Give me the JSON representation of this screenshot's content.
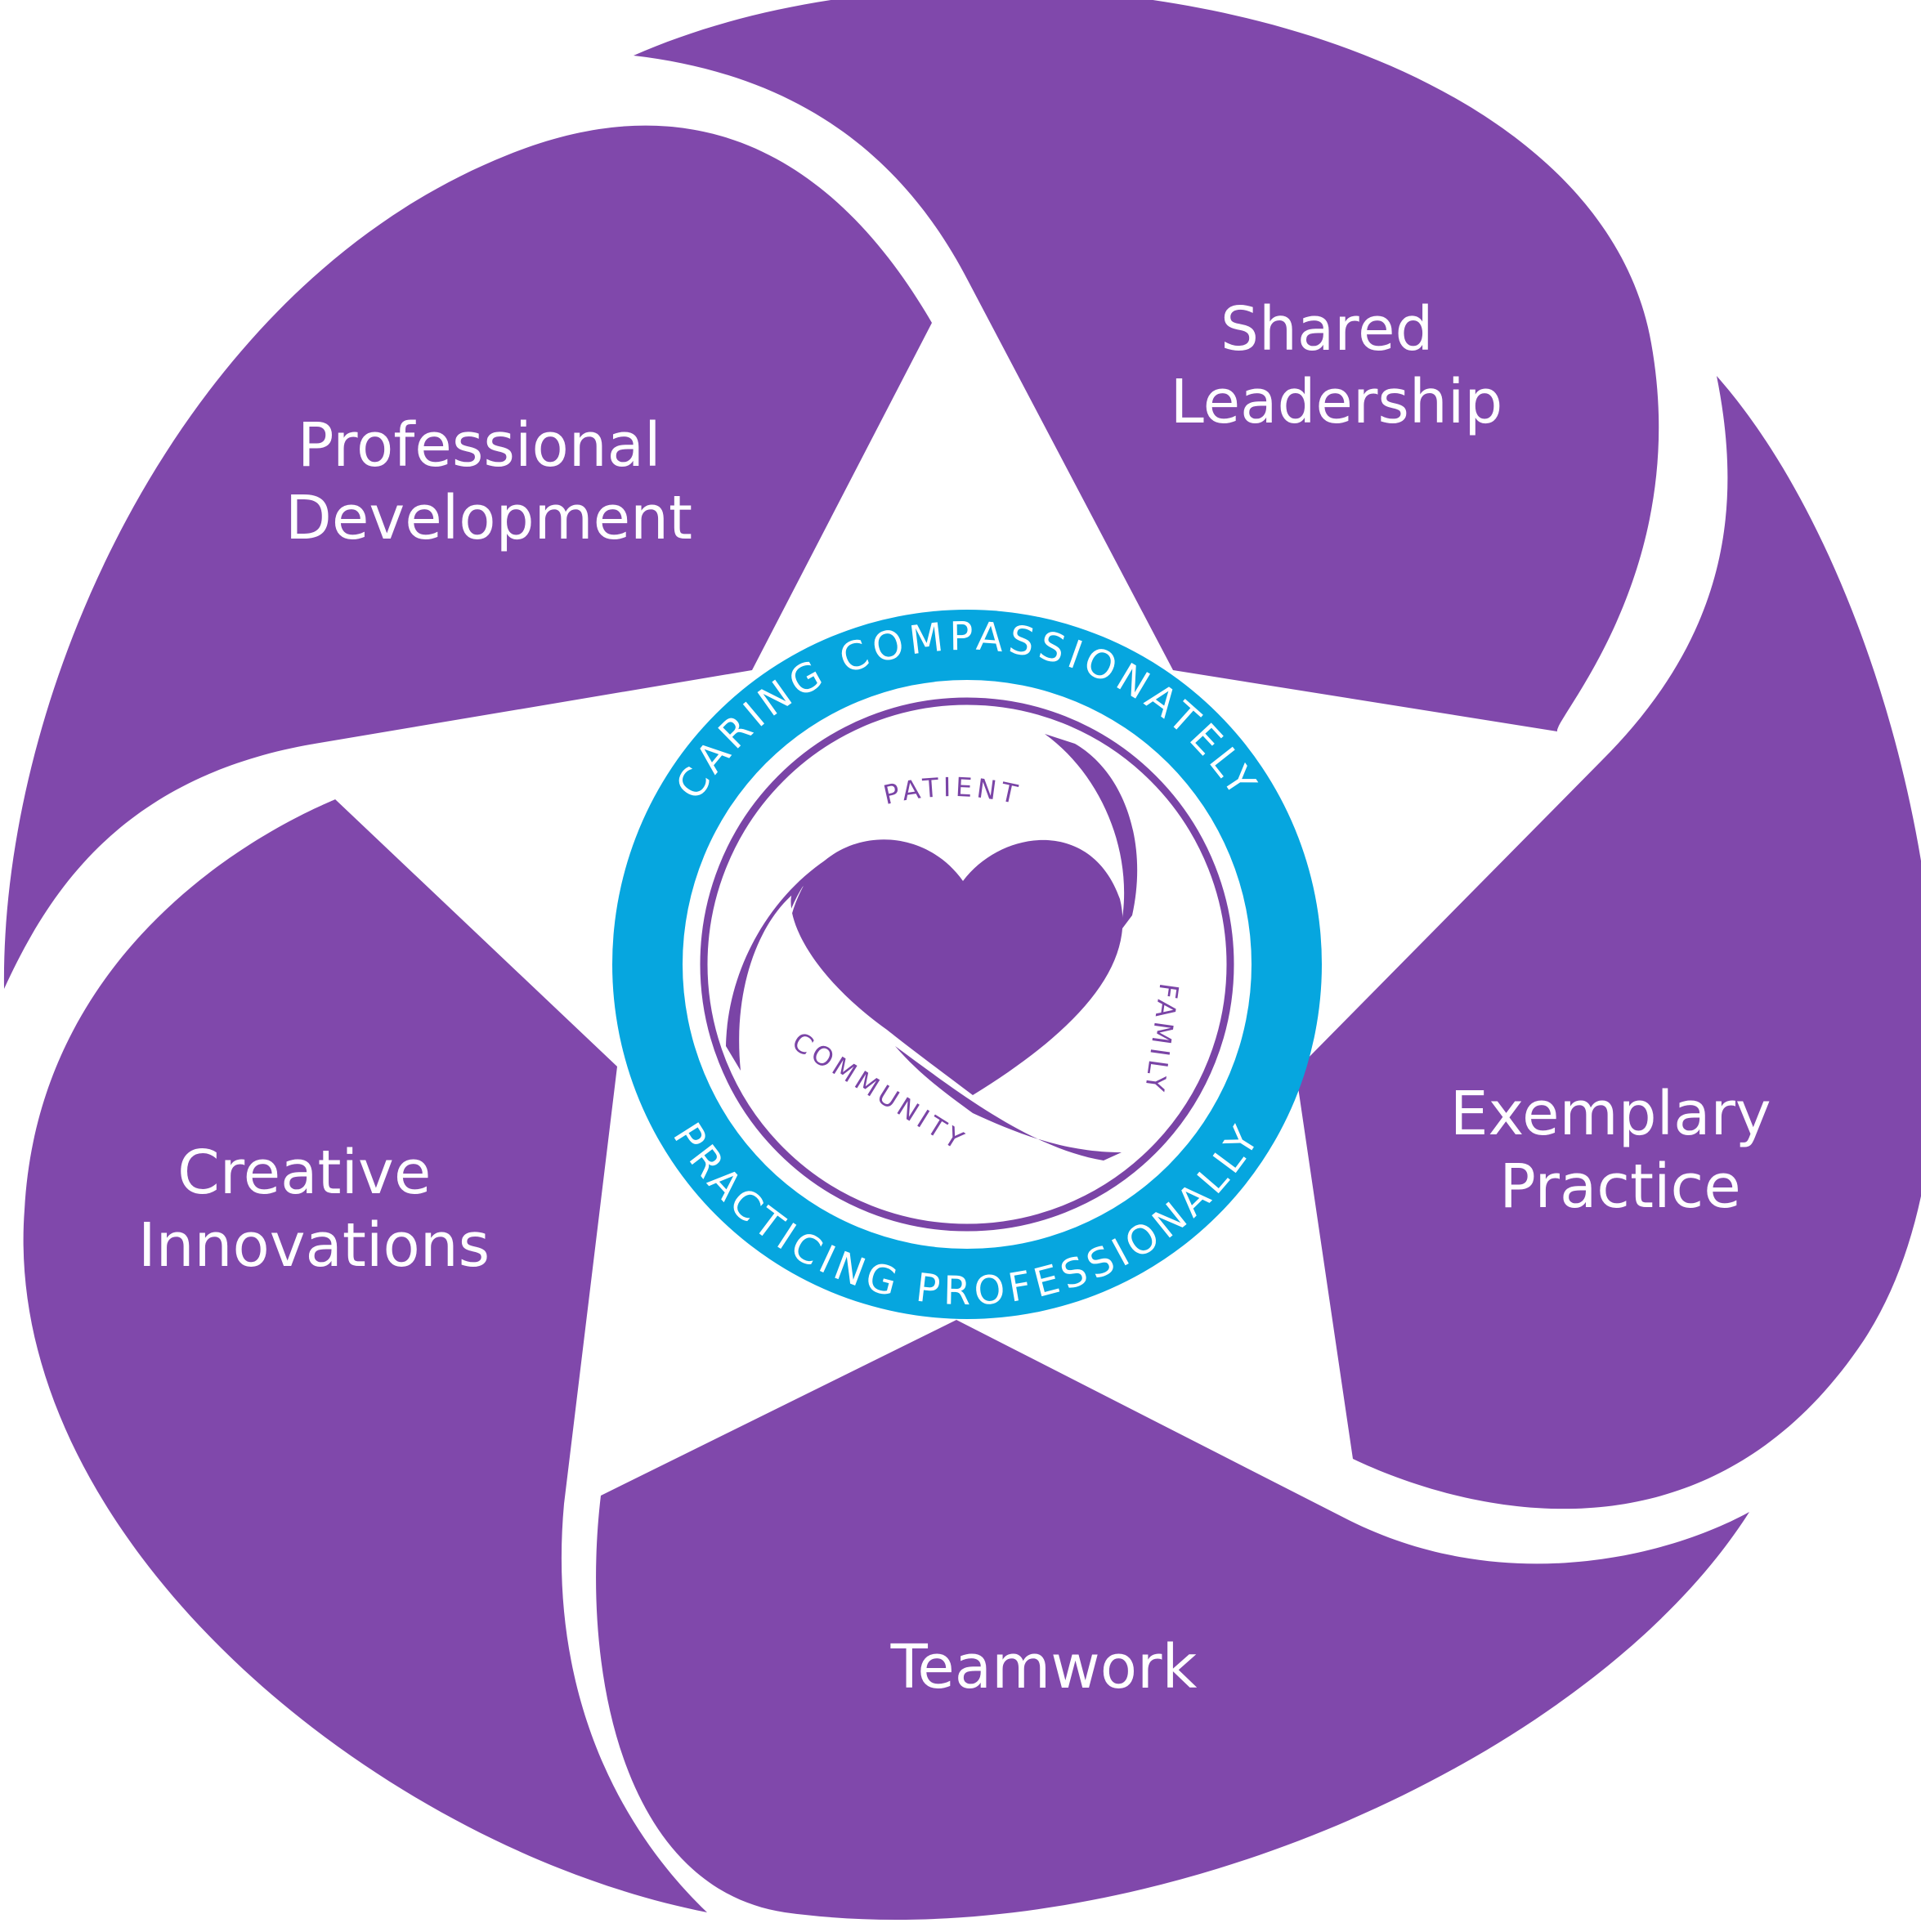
{
  "colors": {
    "petal": "#8048ab",
    "ring": "#06a6df",
    "heart": "#7a44a6",
    "background": "#ffffff"
  },
  "petals": [
    {
      "id": "professional-development",
      "lines": [
        "Professional",
        "Development"
      ]
    },
    {
      "id": "shared-leadership",
      "lines": [
        "Shared",
        "Leadership"
      ]
    },
    {
      "id": "exemplary-practice",
      "lines": [
        "Exemplary",
        "Practice"
      ]
    },
    {
      "id": "teamwork",
      "lines": [
        "Teamwork"
      ]
    },
    {
      "id": "creative-innovations",
      "lines": [
        "Creative",
        "Innovations"
      ]
    }
  ],
  "ring": {
    "top_text": "CARING COMPASSIONATELY",
    "bottom_text": "PRACTICING PROFESSIONALLY"
  },
  "heart_words": {
    "patient": "PATIENT",
    "family": "FAMILY",
    "community": "COMMUNITY"
  },
  "icons": {
    "center": "heart-icon"
  }
}
